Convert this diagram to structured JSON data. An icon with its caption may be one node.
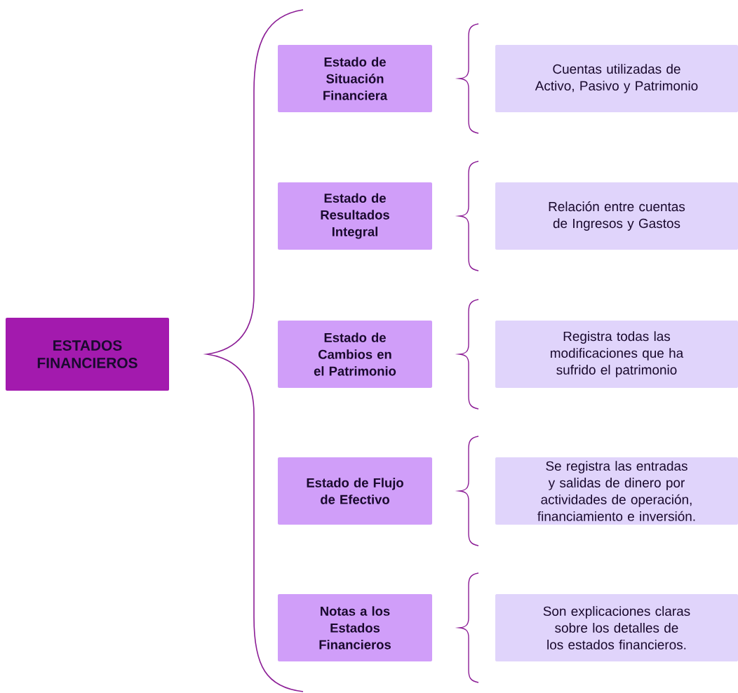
{
  "diagram": {
    "nodes": [
      {
        "text": [
          "ESTADOS FINANCIEROS"
        ]
      },
      {
        "text": [
          "Estado de Situación Financiera"
        ]
      },
      {
        "text": [
          "Cuentas utilizadas de Activo, Pasivo y Patrimonio"
        ]
      },
      {
        "text": [
          "Estado de Resultados Integral"
        ]
      },
      {
        "text": [
          "Relación entre cuentas de Ingresos y Gastos"
        ]
      },
      {
        "text": [
          "Estado de Cambios en el Patrimonio"
        ]
      },
      {
        "text": [
          "Registra todas las modificaciones que ha sufrido el patrimonio"
        ]
      },
      {
        "text": [
          "Estado de Flujo de Efectivo"
        ]
      },
      {
        "text": [
          "Se registra las entradas y salidas de dinero por actividades de operación, financiamiento e inversión."
        ]
      },
      {
        "text": [
          "Notas a los Estados Financieros"
        ]
      },
      {
        "text": [
          "Son explicaciones claras sobre los detalles de los estados financieros."
        ]
      }
    ]
  }
}
